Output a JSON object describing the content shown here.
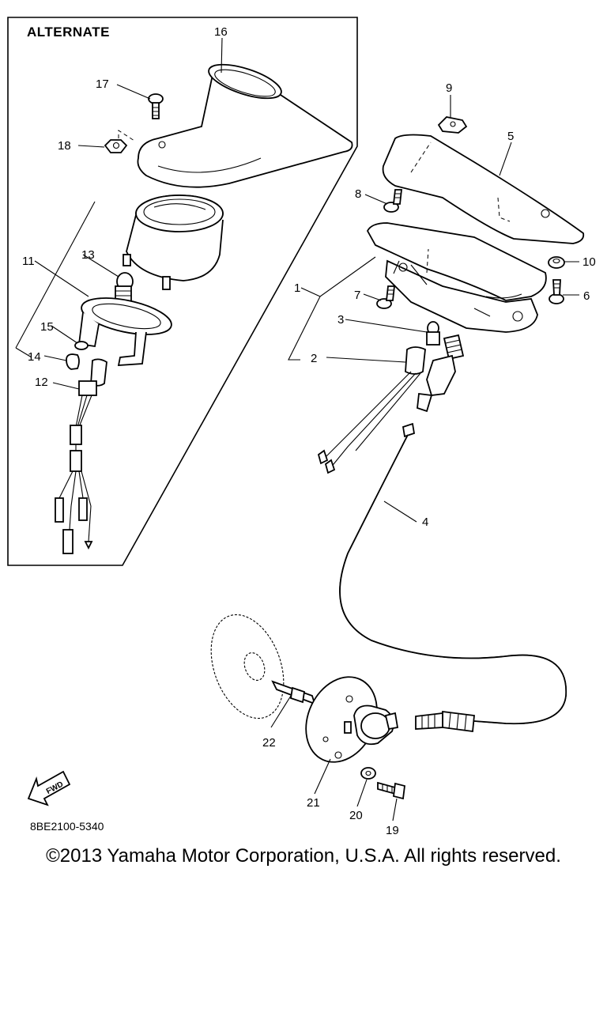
{
  "diagram": {
    "alternate_title": "ALTERNATE",
    "diagram_code": "8BE2100-5340",
    "fwd_label": "FWD",
    "copyright": "©2013 Yamaha Motor Corporation, U.S.A. All rights reserved.",
    "callouts": [
      "1",
      "2",
      "3",
      "4",
      "5",
      "6",
      "7",
      "8",
      "9",
      "10",
      "11",
      "12",
      "13",
      "14",
      "15",
      "16",
      "17",
      "18",
      "19",
      "20",
      "21",
      "22"
    ]
  }
}
